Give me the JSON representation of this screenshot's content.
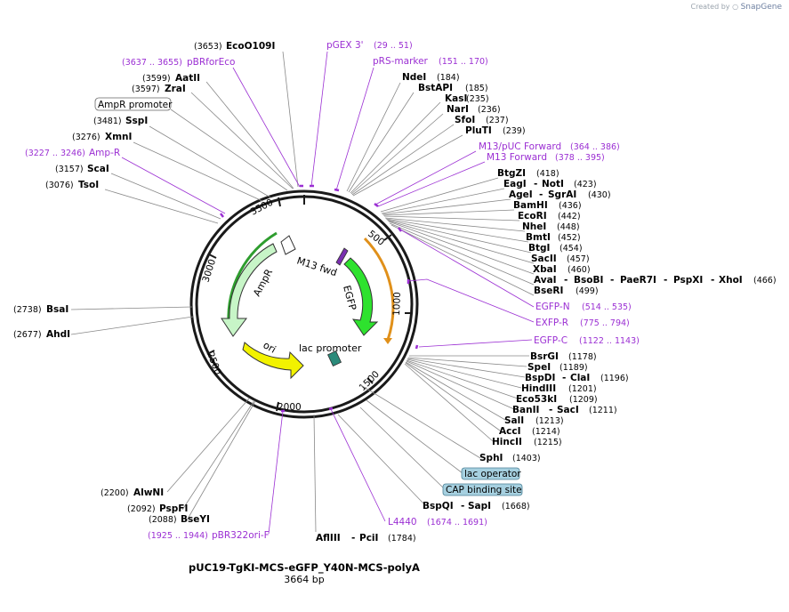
{
  "app": {
    "credit_prefix": "Created by",
    "credit_brand": "SnapGene"
  },
  "plasmid": {
    "name": "pUC19-TgKI-MCS-eGFP_Y40N-MCS-polyA",
    "length_label": "3664 bp",
    "length": 3664
  },
  "ticks": [
    "500",
    "1000",
    "1500",
    "2000",
    "2500",
    "3000",
    "3500"
  ],
  "labels": {
    "EcoO109I": "EcoO109I",
    "n3653": "(3653)",
    "pGEX3": "pGEX 3'",
    "pGEX3_range": "(29 .. 51)",
    "pBRforEco": "pBRforEco",
    "pBRforEco_range": "(3637 .. 3655)",
    "pRSmarker": "pRS-marker",
    "pRSmarker_range": "(151 .. 170)",
    "AatII": "AatII",
    "n3599": "(3599)",
    "NdeI": "NdeI",
    "n184": "(184)",
    "ZraI": "ZraI",
    "n3597": "(3597)",
    "BstAPI": "BstAPI",
    "n185": "(185)",
    "AmpRpromoter": "AmpR promoter",
    "KasI": "KasI",
    "n235": "(235)",
    "NarI": "NarI",
    "n236": "(236)",
    "SspI": "SspI",
    "n3481": "(3481)",
    "SfoI": "SfoI",
    "n237": "(237)",
    "PluTI": "PluTI",
    "n239": "(239)",
    "XmnI": "XmnI",
    "n3276": "(3276)",
    "M13pUC": "M13/pUC Forward",
    "M13pUC_range": "(364 .. 386)",
    "AmpR_feat": "Amp-R",
    "AmpR_range": "(3227 .. 3246)",
    "M13F": "M13 Forward",
    "M13F_range": "(378 .. 395)",
    "ScaI": "ScaI",
    "n3157": "(3157)",
    "BtgZI": "BtgZI",
    "n418": "(418)",
    "TsoI": "TsoI",
    "n3076": "(3076)",
    "EagI": "EagI",
    "NotI": "NotI",
    "n423": "(423)",
    "AgeI": "AgeI",
    "SgrAI": "SgrAI",
    "n430": "(430)",
    "BamHI": "BamHI",
    "n436": "(436)",
    "EcoRI": "EcoRI",
    "n442": "(442)",
    "NheI": "NheI",
    "n448": "(448)",
    "BmtI": "BmtI",
    "n452": "(452)",
    "BtgI": "BtgI",
    "n454": "(454)",
    "SacII": "SacII",
    "n457": "(457)",
    "XbaI": "XbaI",
    "n460": "(460)",
    "AvaI": "AvaI",
    "BsoBI": "BsoBI",
    "PaeR7I": "PaeR7I",
    "PspXI": "PspXI",
    "XhoI": "XhoI",
    "n466": "(466)",
    "BseRI": "BseRI",
    "n499": "(499)",
    "EGFPN": "EGFP-N",
    "EGFPN_range": "(514 .. 535)",
    "EXFPR": "EXFP-R",
    "EXFPR_range": "(775 .. 794)",
    "BsaI": "BsaI",
    "n2738": "(2738)",
    "AhdI": "AhdI",
    "n2677": "(2677)",
    "EGFPC": "EGFP-C",
    "EGFPC_range": "(1122 .. 1143)",
    "BsrGI": "BsrGI",
    "n1178": "(1178)",
    "SpeI": "SpeI",
    "n1189": "(1189)",
    "BspDI": "BspDI",
    "ClaI": "ClaI",
    "n1196": "(1196)",
    "HindIII": "HindIII",
    "n1201": "(1201)",
    "Eco53kI": "Eco53kI",
    "n1209": "(1209)",
    "BanII": "BanII",
    "SacI": "SacI",
    "n1211": "(1211)",
    "SalI": "SalI",
    "n1213": "(1213)",
    "AccI": "AccI",
    "n1214": "(1214)",
    "HincII": "HincII",
    "n1215": "(1215)",
    "SphI": "SphI",
    "n1403": "(1403)",
    "lacOperator": "lac operator",
    "CAPsite": "CAP binding site",
    "BspQI": "BspQI",
    "SapI": "SapI",
    "n1668": "(1668)",
    "AlwNI": "AlwNI",
    "n2200": "(2200)",
    "PspFI": "PspFI",
    "n2092": "(2092)",
    "BseYI": "BseYI",
    "n2088": "(2088)",
    "L4440": "L4440",
    "L4440_range": "(1674 .. 1691)",
    "pBR322": "pBR322ori-F",
    "pBR322_range": "(1925 .. 1944)",
    "AflIII": "AflIII",
    "PciI": "PciI",
    "n1784": "(1784)",
    "M13fwd": "M13 fwd",
    "AmpR": "AmpR",
    "EGFP": "EGFP",
    "ori": "ori",
    "lacPromoter": "lac promoter"
  },
  "colors": {
    "backbone": "#1a1a1a",
    "AmpR": "#c7f5c7",
    "EGFP": "#2ee22e",
    "ori": "#f2f200",
    "primer": "#9b2fd3",
    "orange_arc": "#e0901a",
    "green_arc": "#2e9d2e",
    "feature_box": "#a6d0e0"
  }
}
